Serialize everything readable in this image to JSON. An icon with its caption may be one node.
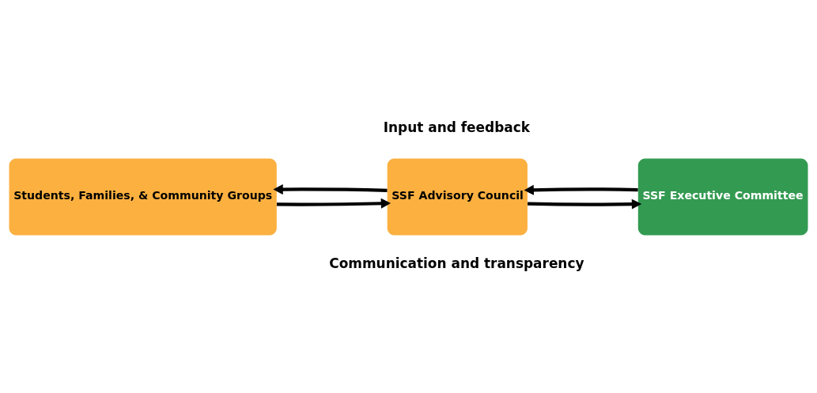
{
  "diagram": {
    "nodes": [
      {
        "text": [
          "Students, Families, & Community Groups"
        ]
      },
      {
        "text": [
          "SSF Advisory Council"
        ]
      },
      {
        "text": [
          "SSF Executive Committee"
        ]
      }
    ],
    "edges": [
      {
        "from": 0,
        "to": 1,
        "arrow": "to"
      },
      {
        "from": 1,
        "to": 2,
        "arrow": "to"
      },
      {
        "from": 1,
        "to": 0,
        "arrow": "to"
      },
      {
        "from": 2,
        "to": 1,
        "arrow": "to"
      }
    ],
    "labels": [
      "Input and feedback",
      "Communication and transparency"
    ]
  }
}
